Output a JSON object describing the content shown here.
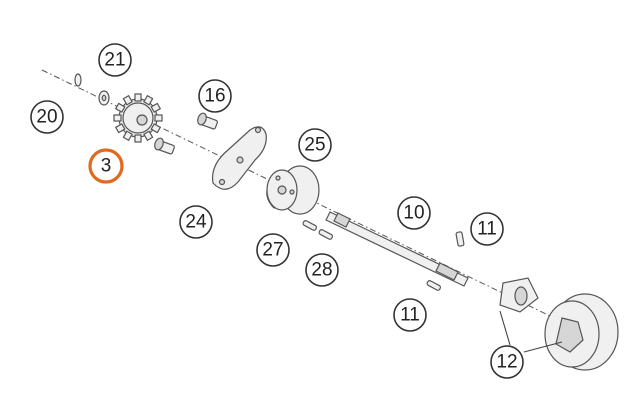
{
  "diagram": {
    "highlight_color": "#e06a1e",
    "callouts": [
      {
        "id": "20",
        "label": "20",
        "highlight": false
      },
      {
        "id": "21",
        "label": "21",
        "highlight": false
      },
      {
        "id": "3",
        "label": "3",
        "highlight": true
      },
      {
        "id": "16",
        "label": "16",
        "highlight": false
      },
      {
        "id": "25",
        "label": "25",
        "highlight": false
      },
      {
        "id": "24",
        "label": "24",
        "highlight": false
      },
      {
        "id": "10",
        "label": "10",
        "highlight": false
      },
      {
        "id": "11a",
        "label": "11",
        "highlight": false
      },
      {
        "id": "27",
        "label": "27",
        "highlight": false
      },
      {
        "id": "28",
        "label": "28",
        "highlight": false
      },
      {
        "id": "11b",
        "label": "11",
        "highlight": false
      },
      {
        "id": "12",
        "label": "12",
        "highlight": false
      }
    ]
  }
}
